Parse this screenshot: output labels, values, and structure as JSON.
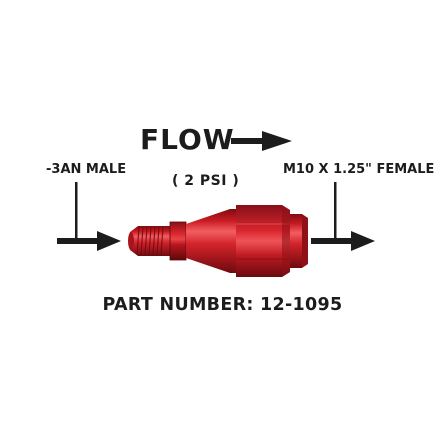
{
  "title": "FLOW",
  "pressure_note": "( 2 PSI )",
  "inlet_label": "-3AN MALE",
  "outlet_label": "M10 X 1.25\" FEMALE",
  "part_number": "PART NUMBER: 12-1095",
  "colors": {
    "text": "#1c1c1c",
    "fitting_red": "#cc1a22",
    "fitting_highlight": "#f05a5e",
    "fitting_shadow": "#7a0c10",
    "background": "#ffffff"
  },
  "icons": [
    "flow-arrow-icon",
    "inlet-arrow-icon",
    "outlet-arrow-icon"
  ]
}
